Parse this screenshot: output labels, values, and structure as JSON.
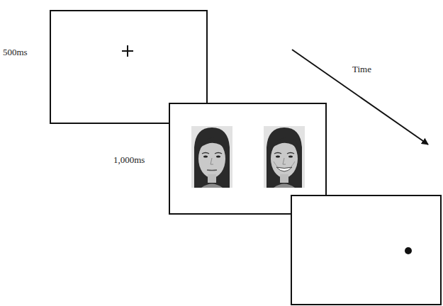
{
  "diagram": {
    "labels": [
      "500ms",
      "1,000ms",
      "Time"
    ]
  }
}
